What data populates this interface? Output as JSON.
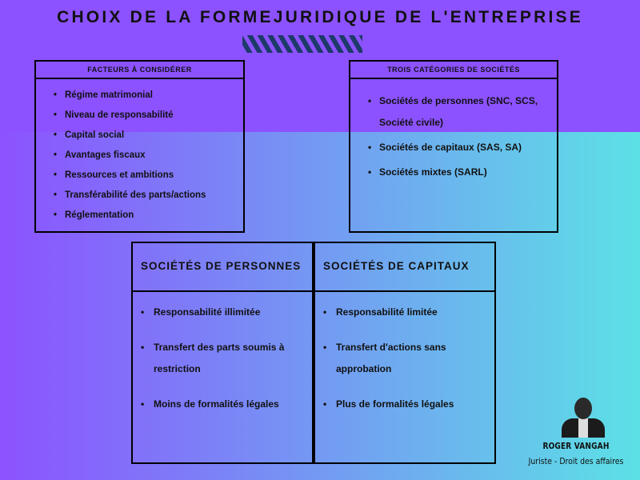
{
  "title": "CHOIX DE LA FORMEJURIDIQUE DE L'ENTREPRISE",
  "colors": {
    "purple": "#8c52ff",
    "cyan": "#5ce1e6",
    "stripe": "#1e3a6a"
  },
  "factors": {
    "heading": "FACTEURS À CONSIDÉRER",
    "items": [
      "Régime matrimonial",
      "Niveau de responsabilité",
      "Capital social",
      "Avantages fiscaux",
      "Ressources et ambitions",
      "Transférabilité des parts/actions",
      "Réglementation"
    ]
  },
  "categories": {
    "heading": "TROIS CATÉGORIES DE SOCIÉTÉS",
    "items": [
      "Sociétés de personnes (SNC, SCS, Société civile)",
      "Sociétés de capitaux (SAS, SA)",
      "Sociétés mixtes (SARL)"
    ]
  },
  "comparison": [
    {
      "heading": "SOCIÉTÉS DE PERSONNES",
      "items": [
        "Responsabilité illimitée",
        "Transfert des parts soumis à restriction",
        "Moins de formalités légales"
      ]
    },
    {
      "heading": "SOCIÉTÉS DE CAPITAUX",
      "items": [
        "Responsabilité limitée",
        "Transfert d'actions sans approbation",
        "Plus de formalités légales"
      ]
    }
  ],
  "author": {
    "name": "ROGER VANGAH",
    "role": "Juriste - Droit des affaires"
  }
}
